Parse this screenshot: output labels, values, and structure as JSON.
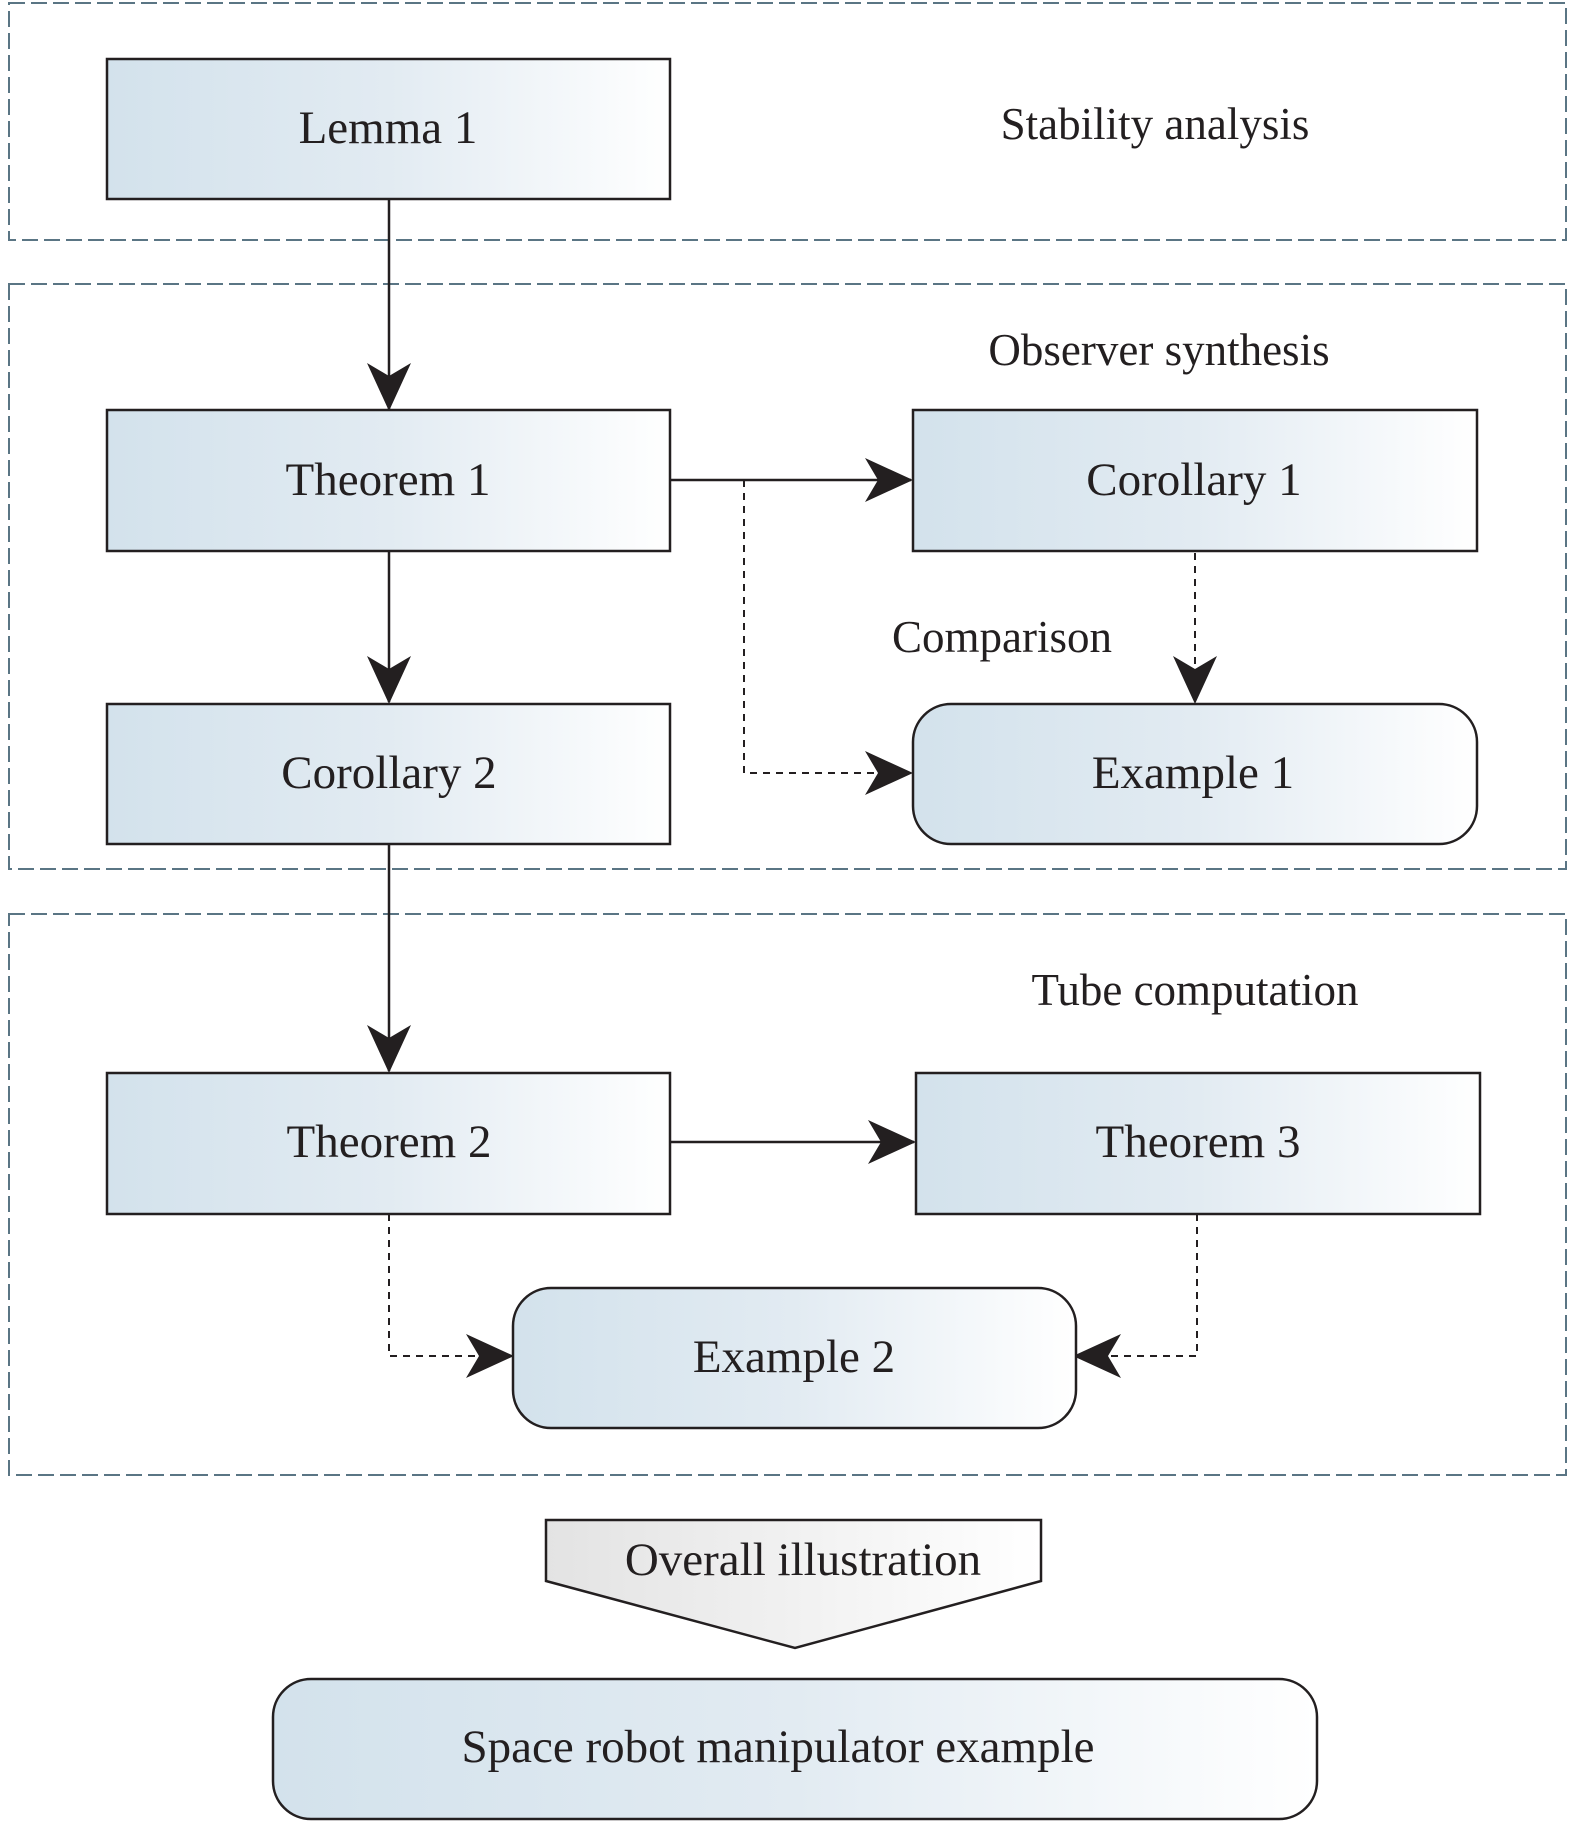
{
  "sections": {
    "stability": {
      "label": "Stability analysis"
    },
    "observer": {
      "label": "Observer synthesis"
    },
    "tube": {
      "label": "Tube computation"
    }
  },
  "nodes": {
    "lemma1": "Lemma 1",
    "theorem1": "Theorem 1",
    "corollary1": "Corollary 1",
    "corollary2": "Corollary 2",
    "example1": "Example 1",
    "theorem2": "Theorem 2",
    "theorem3": "Theorem 3",
    "example2": "Example 2",
    "space_robot": "Space robot manipulator example"
  },
  "edge_labels": {
    "comparison": "Comparison"
  },
  "callout": {
    "overall": "Overall illustration"
  },
  "colors": {
    "box_gradient_start": "#d3e2ec",
    "box_gradient_end": "#ffffff",
    "callout_gradient_start": "#e6e6e6",
    "callout_gradient_end": "#ffffff",
    "section_border": "#5a7584",
    "stroke": "#231f20"
  }
}
